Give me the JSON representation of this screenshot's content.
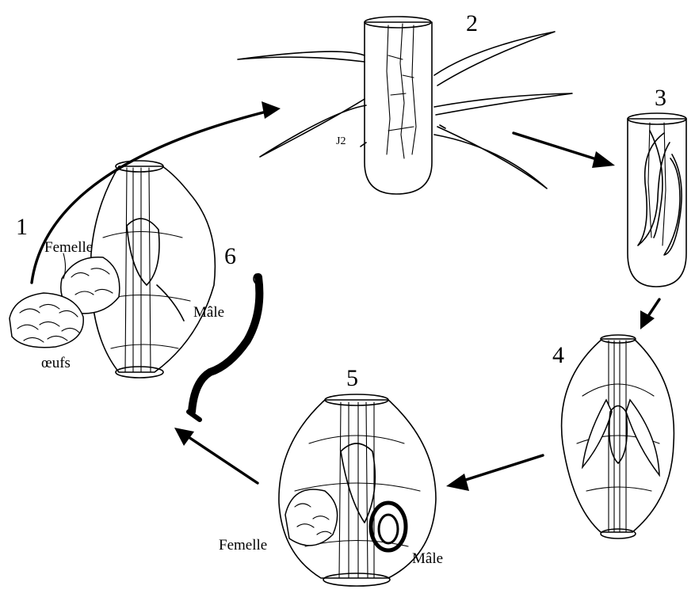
{
  "stages": {
    "s1": "1",
    "s2": "2",
    "s3": "3",
    "s4": "4",
    "s5": "5",
    "s6": "6"
  },
  "labels": {
    "j2": "J2",
    "femelle_top": "Femelle",
    "male_top": "Mâle",
    "oeufs": "œufs",
    "femelle_bottom": "Femelle",
    "male_bottom": "Mâle"
  }
}
